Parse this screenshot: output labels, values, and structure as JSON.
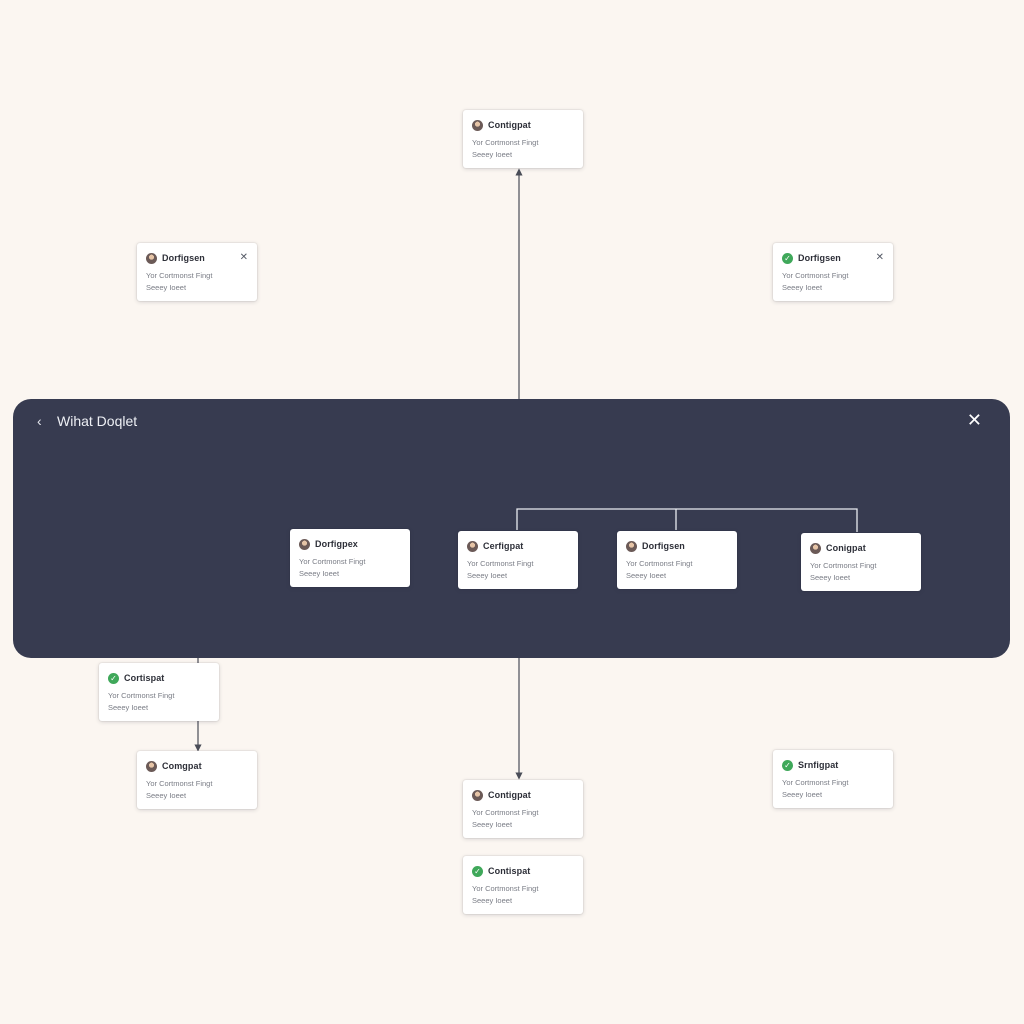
{
  "panel": {
    "back_icon": "chevron-left-icon",
    "title": "Wihat Doqlet",
    "close_icon": "close-icon"
  },
  "cards": [
    {
      "id": "top",
      "title": "Contigpat",
      "line1": "Yor Cortmonst Fingt",
      "line2": "Seeey Ioeet",
      "avatar": "person",
      "close": false
    },
    {
      "id": "upper-left",
      "title": "Dorfigsen",
      "line1": "Yor Cortmonst Fingt",
      "line2": "Seeey Ioeet",
      "avatar": "person",
      "close": true
    },
    {
      "id": "upper-right",
      "title": "Dorfigsen",
      "line1": "Yor Cortmonst Fingt",
      "line2": "Seeey Ioeet",
      "avatar": "check",
      "close": true
    },
    {
      "id": "panel-1",
      "title": "Dorfigpex",
      "line1": "Yor Cortmonst Fingt",
      "line2": "Seeey Ioeet",
      "avatar": "person",
      "close": false
    },
    {
      "id": "panel-2",
      "title": "Cerfigpat",
      "line1": "Yor Cortmonst Fingt",
      "line2": "Seeey Ioeet",
      "avatar": "person",
      "close": false
    },
    {
      "id": "panel-3",
      "title": "Dorfigsen",
      "line1": "Yor Cortmonst Fingt",
      "line2": "Seeey Ioeet",
      "avatar": "person",
      "close": false
    },
    {
      "id": "panel-4",
      "title": "Conigpat",
      "line1": "Yor Cortmonst Fingt",
      "line2": "Seeey Ioeet",
      "avatar": "person",
      "close": false
    },
    {
      "id": "lower-left-1",
      "title": "Cortispat",
      "line1": "Yor Cortmonst Fingt",
      "line2": "Seeey Ioeet",
      "avatar": "check",
      "close": false
    },
    {
      "id": "lower-left-2",
      "title": "Comgpat",
      "line1": "Yor Cortmonst Fingt",
      "line2": "Seeey Ioeet",
      "avatar": "person",
      "close": false
    },
    {
      "id": "lower-center-1",
      "title": "Contigpat",
      "line1": "Yor Cortmonst Fingt",
      "line2": "Seeey Ioeet",
      "avatar": "person",
      "close": false
    },
    {
      "id": "lower-center-2",
      "title": "Contispat",
      "line1": "Yor Cortmonst Fingt",
      "line2": "Seeey Ioeet",
      "avatar": "check",
      "close": false
    },
    {
      "id": "lower-right",
      "title": "Srnfigpat",
      "line1": "Yor Cortmonst Fingt",
      "line2": "Seeey Ioeet",
      "avatar": "check",
      "close": false
    }
  ],
  "colors": {
    "background": "#fbf6f1",
    "panel": "#373b50",
    "card": "#ffffff",
    "check_green": "#3fa85a",
    "connector_dark": "#4a4d58",
    "connector_light": "#e9ebf0"
  }
}
